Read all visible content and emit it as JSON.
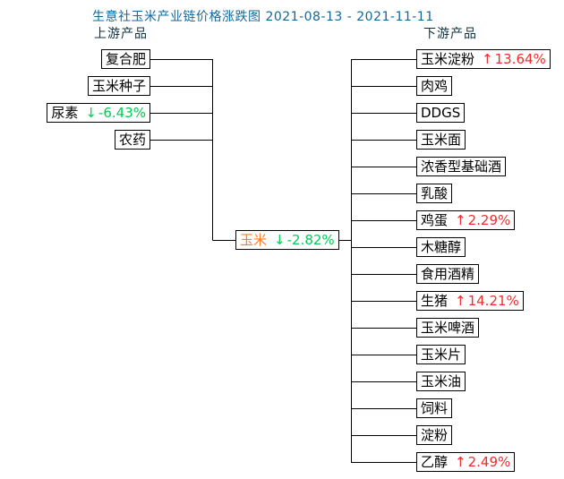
{
  "title": "生意社玉米产业链价格涨跌图 2021-08-13 - 2021-11-11",
  "upstream_label": "上游产品",
  "downstream_label": "下游产品",
  "root": {
    "label": "玉米",
    "arrow": "↓",
    "change": "-2.82%",
    "direction": "down"
  },
  "upstream": [
    {
      "label": "复合肥"
    },
    {
      "label": "玉米种子"
    },
    {
      "label": "尿素",
      "arrow": "↓",
      "change": "-6.43%",
      "direction": "down"
    },
    {
      "label": "农药"
    }
  ],
  "downstream": [
    {
      "label": "玉米淀粉",
      "arrow": "↑",
      "change": "13.64%",
      "direction": "up"
    },
    {
      "label": "肉鸡"
    },
    {
      "label": "DDGS"
    },
    {
      "label": "玉米面"
    },
    {
      "label": "浓香型基础酒"
    },
    {
      "label": "乳酸"
    },
    {
      "label": "鸡蛋",
      "arrow": "↑",
      "change": "2.29%",
      "direction": "up"
    },
    {
      "label": "木糖醇"
    },
    {
      "label": "食用酒精"
    },
    {
      "label": "生猪",
      "arrow": "↑",
      "change": "14.21%",
      "direction": "up"
    },
    {
      "label": "玉米啤酒"
    },
    {
      "label": "玉米片"
    },
    {
      "label": "玉米油"
    },
    {
      "label": "饲料"
    },
    {
      "label": "淀粉"
    },
    {
      "label": "乙醇",
      "arrow": "↑",
      "change": "2.49%",
      "direction": "up"
    }
  ],
  "colors": {
    "title": "#11689b",
    "section_label": "#0d3240",
    "up": "#ee2c2c",
    "down": "#00cc55",
    "root_label": "#ff7d26",
    "line": "#000000",
    "box_border": "#000000",
    "background": "#ffffff"
  }
}
